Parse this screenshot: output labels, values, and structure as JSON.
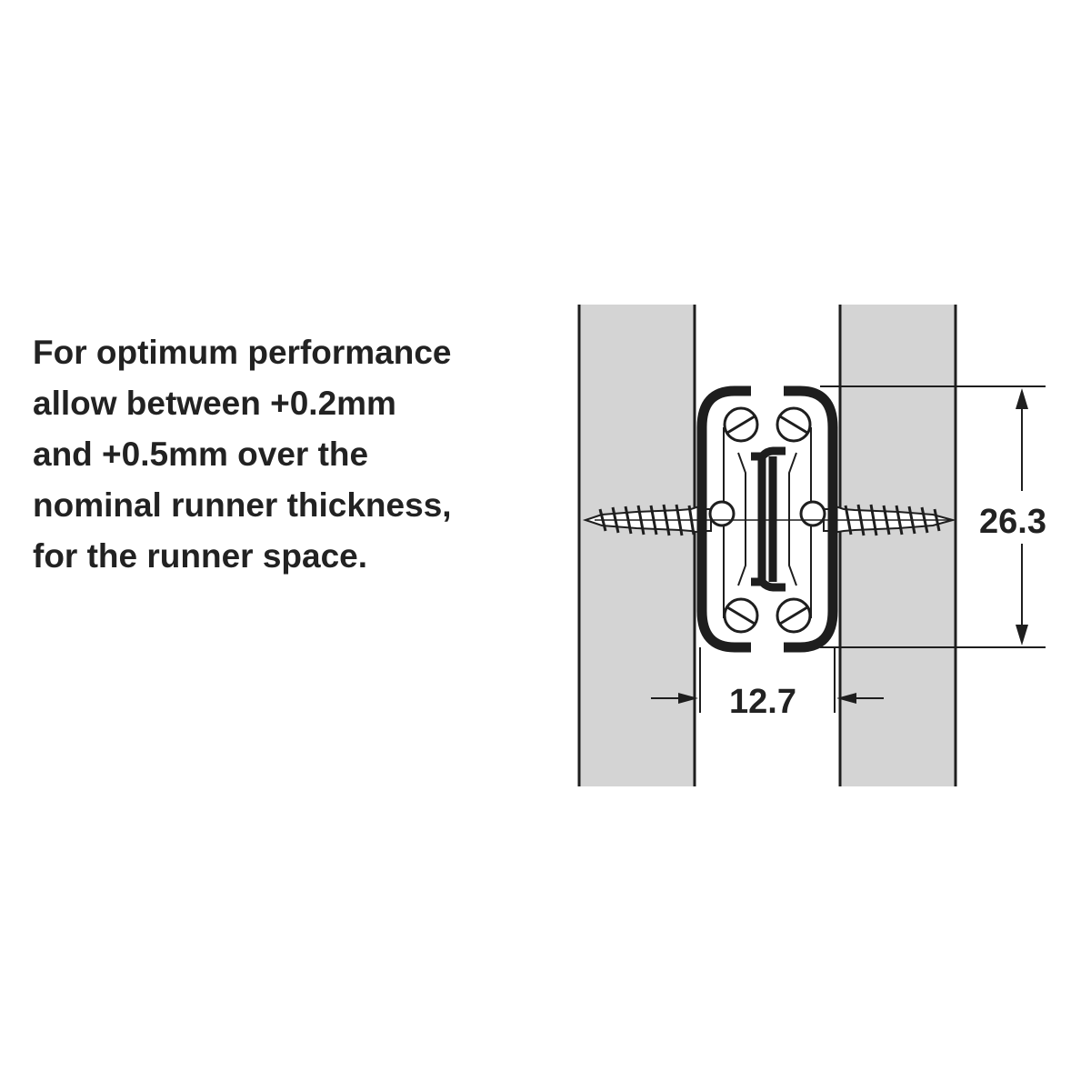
{
  "note": {
    "lines": [
      "For optimum performance",
      "allow between +0.2mm",
      "and +0.5mm over the",
      "nominal runner thickness,",
      "for the runner space."
    ]
  },
  "dimensions": {
    "height": "26.3",
    "width": "12.7"
  },
  "colors": {
    "panel_fill": "#d4d4d4",
    "line": "#1e1e1e",
    "text": "#222222"
  }
}
